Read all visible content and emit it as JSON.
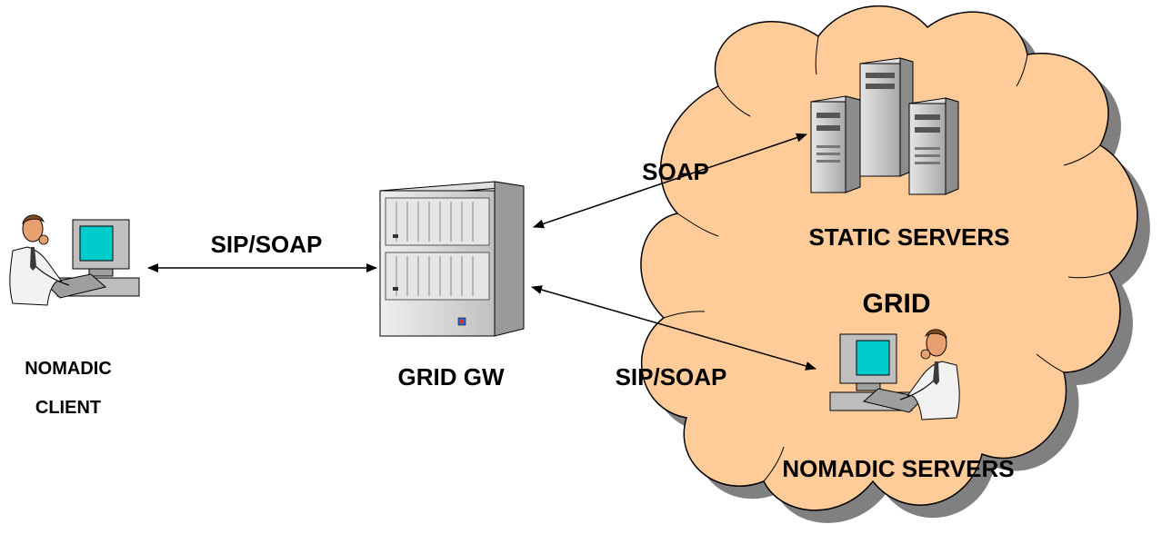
{
  "nodes": {
    "client": {
      "label_line1": "NOMADIC",
      "label_line2": "CLIENT"
    },
    "gateway": {
      "label": "GRID GW"
    },
    "grid": {
      "label": "GRID"
    },
    "static_servers": {
      "label": "STATIC SERVERS"
    },
    "nomadic_servers": {
      "label": "NOMADIC SERVERS"
    }
  },
  "edges": {
    "client_gateway": {
      "label": "SIP/SOAP"
    },
    "gateway_static": {
      "label": "SOAP"
    },
    "gateway_nomadic": {
      "label": "SIP/SOAP"
    }
  },
  "colors": {
    "cloud_fill": "#FFCC99",
    "cloud_shadow": "#808080",
    "screen": "#00CCCC",
    "skin": "#E8A070",
    "server_body": "#C8C8C8"
  }
}
